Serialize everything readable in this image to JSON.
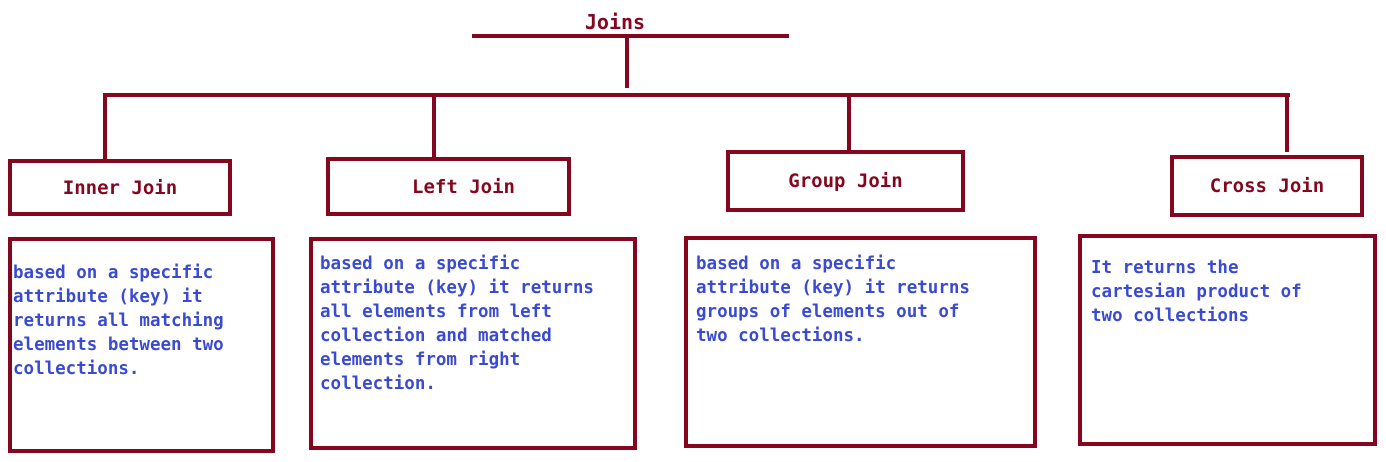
{
  "title": "Joins",
  "joins": [
    {
      "label": "Inner Join",
      "description": "based on a specific\nattribute (key) it\nreturns all matching\nelements between two\ncollections."
    },
    {
      "label": "Left Join",
      "description": "based on a specific\nattribute (key) it returns\nall elements from left\ncollection and matched\nelements from right\ncollection."
    },
    {
      "label": "Group Join",
      "description": "based on a specific\nattribute (key) it returns\ngroups of elements out of\ntwo collections."
    },
    {
      "label": "Cross Join",
      "description": "It returns the\ncartesian product of\ntwo collections"
    }
  ],
  "colors": {
    "line": "#84061f",
    "label_text": "#84061f",
    "description_text": "#3b4bd1"
  }
}
